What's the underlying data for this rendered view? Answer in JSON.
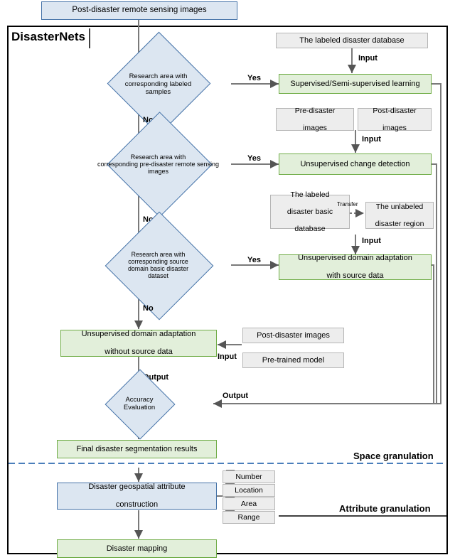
{
  "diagram": {
    "title": "DisasterNets",
    "top_banner": "Post-disaster remote sensing images",
    "nodes": {
      "labeled_db": "The labeled disaster database",
      "supervised": "Supervised/Semi-supervised learning",
      "decision1_l1": "Research area with",
      "decision1_l2": "corresponding labeled",
      "decision1_l3": "samples",
      "pre_disaster_images_l1": "Pre-disaster",
      "pre_disaster_images_l2": "images",
      "post_disaster_images_l1": "Post-disaster",
      "post_disaster_images_l2": "images",
      "unsup_change": "Unsupervised change detection",
      "decision2_l1": "Research area with",
      "decision2_l2": "corresponding pre-disaster remote sensing",
      "decision2_l3": "images",
      "labeled_basic_db_l1": "The labeled",
      "labeled_basic_db_l2": "disaster basic",
      "labeled_basic_db_l3": "database",
      "unlabeled_region_l1": "The unlabeled",
      "unlabeled_region_l2": "disaster region",
      "transfer": "Transfer",
      "uda_source_l1": "Unsupervised domain adaptation",
      "uda_source_l2": "with source data",
      "decision3_l1": "Research area with",
      "decision3_l2": "corresponding source",
      "decision3_l3": "domain basic disaster",
      "decision3_l4": "dataset",
      "uda_nosource_l1": "Unsupervised domain adaptation",
      "uda_nosource_l2": "without source data",
      "post_disaster_images2": "Post-disaster images",
      "pretrained_model": "Pre-trained model",
      "accuracy_l1": "Accuracy",
      "accuracy_l2": "Evaluation",
      "final_results": "Final disaster segmentation results",
      "geospatial_l1": "Disaster geospatial attribute",
      "geospatial_l2": "construction",
      "attr_number": "Number",
      "attr_location": "Location",
      "attr_area": "Area",
      "attr_range": "Range",
      "disaster_mapping": "Disaster mapping"
    },
    "edge_labels": {
      "yes1": "Yes",
      "yes2": "Yes",
      "yes3": "Yes",
      "no1": "No",
      "no2": "No",
      "no3": "No",
      "input1": "Input",
      "input2": "Input",
      "input3": "Input",
      "input4": "Input",
      "output1": "Output",
      "output2": "Output"
    },
    "section_labels": {
      "space_granulation": "Space granulation",
      "attribute_granulation": "Attribute granulation"
    },
    "colors": {
      "green_fill": "#e2efda",
      "green_border": "#70ad47",
      "blue_fill": "#dce6f1",
      "blue_border": "#4472a8",
      "gray_fill": "#ededed",
      "dash_line": "#4a7ebb"
    }
  }
}
